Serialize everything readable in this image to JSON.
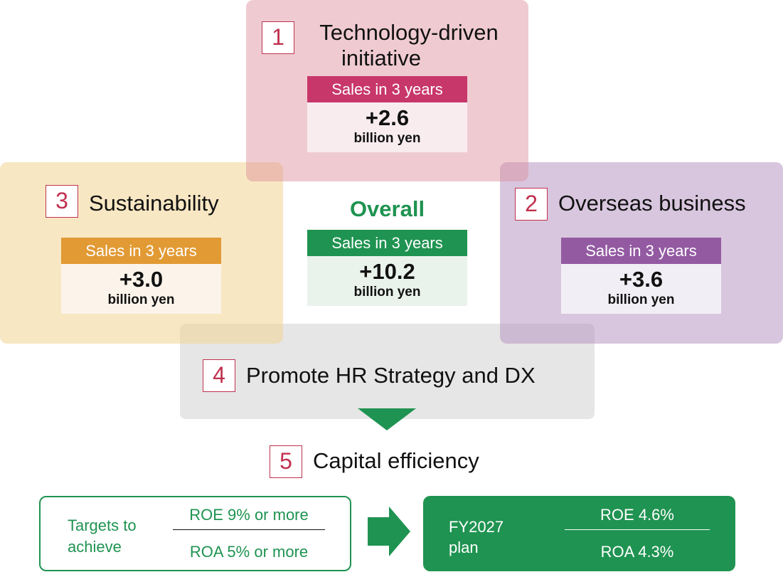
{
  "colors": {
    "technology": "#c8376a",
    "sustainability": "#e29a34",
    "overseas": "#935aa2",
    "overall": "#1f9351",
    "number_border": "#c0314f"
  },
  "technology": {
    "number": "1",
    "title_line1": "Technology-driven",
    "title_line2": "initiative",
    "sales_label": "Sales in 3 years",
    "value": "+2.6",
    "unit": "billion yen"
  },
  "overseas": {
    "number": "2",
    "title": "Overseas business",
    "sales_label": "Sales in 3 years",
    "value": "+3.6",
    "unit": "billion yen"
  },
  "sustainability": {
    "number": "3",
    "title": "Sustainability",
    "sales_label": "Sales in 3 years",
    "value": "+3.0",
    "unit": "billion yen"
  },
  "overall": {
    "title": "Overall",
    "sales_label": "Sales in 3 years",
    "value": "+10.2",
    "unit": "billion yen"
  },
  "hr": {
    "number": "4",
    "title": "Promote HR Strategy and DX"
  },
  "capital": {
    "number": "5",
    "title": "Capital efficiency"
  },
  "targets": {
    "label_line1": "Targets to",
    "label_line2": "achieve",
    "roe": "ROE 9% or more",
    "roa": "ROA 5% or more"
  },
  "plan": {
    "label_line1": "FY2027",
    "label_line2": "plan",
    "roe": "ROE 4.6%",
    "roa": "ROA 4.3%"
  }
}
